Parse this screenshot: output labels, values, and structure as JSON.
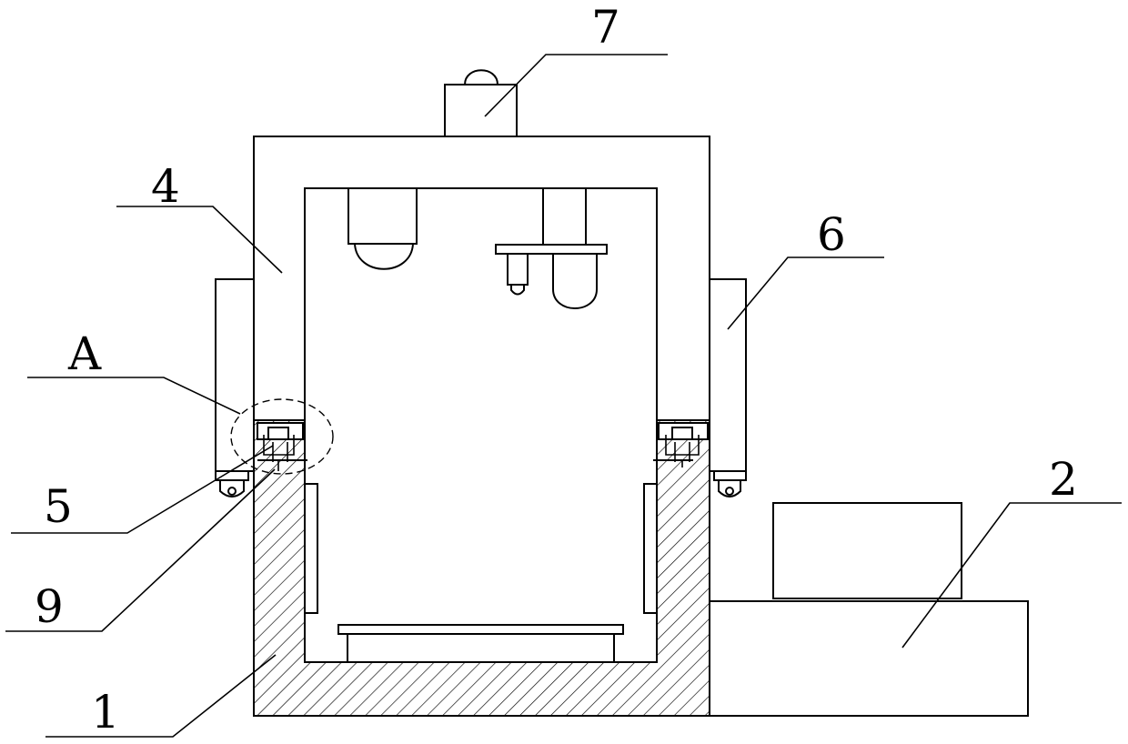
{
  "labels": {
    "l7": "7",
    "l4": "4",
    "l6": "6",
    "lA": "A",
    "l5": "5",
    "l9": "9",
    "l2": "2",
    "l1": "1"
  }
}
